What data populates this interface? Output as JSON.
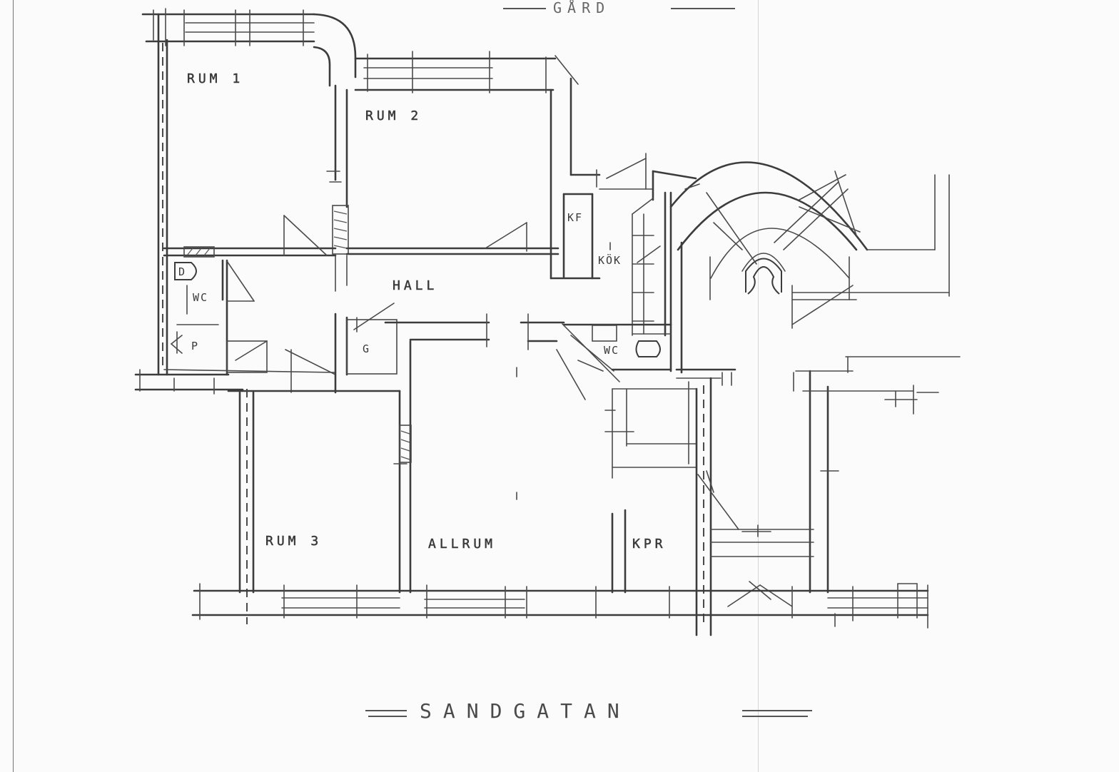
{
  "plan": {
    "labels": {
      "rum1": "RUM 1",
      "rum2": "RUM 2",
      "hall": "HALL",
      "wc_left": "WC",
      "d": "D",
      "p": "P",
      "g": "G",
      "kf": "KF",
      "kok": "KÖK",
      "wc_right": "WC",
      "rum3": "RUM 3",
      "allrum": "ALLRUM",
      "kpr": "KPR"
    },
    "street": "SANDGATAN",
    "courtyard": "GÅRD"
  }
}
